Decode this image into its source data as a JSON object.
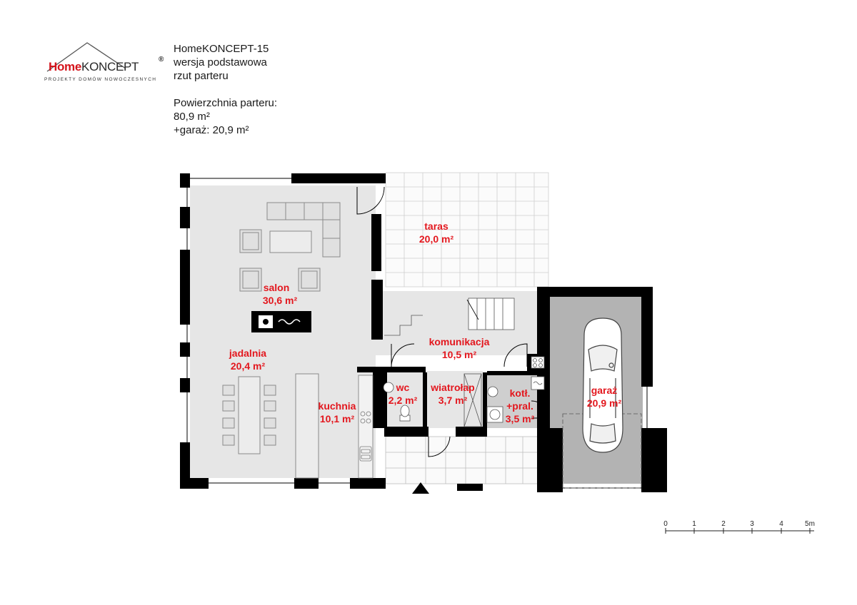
{
  "brand": {
    "name_home": "Home",
    "name_koncept": "KONCEPT",
    "registered": "®",
    "tagline": "PROJEKTY DOMÓW NOWOCZESNYCH",
    "accent_color": "#d4141c"
  },
  "header": {
    "project": "HomeKONCEPT-15",
    "version": "wersja podstawowa",
    "view": "rzut parteru",
    "area_title": "Powierzchnia parteru:",
    "area_value": "80,9 m²",
    "garage_area": "+garaż: 20,9 m²"
  },
  "rooms": [
    {
      "id": "taras",
      "name": "taras",
      "area": "20,0 m²"
    },
    {
      "id": "salon",
      "name": "salon",
      "area": "30,6 m²"
    },
    {
      "id": "komunikacja",
      "name": "komunikacja",
      "area": "10,5 m²"
    },
    {
      "id": "jadalnia",
      "name": "jadalnia",
      "area": "20,4 m²"
    },
    {
      "id": "wc",
      "name": "wc",
      "area": "2,2 m²"
    },
    {
      "id": "wiatrolap",
      "name": "wiatrołap",
      "area": "3,7 m²"
    },
    {
      "id": "kotl",
      "name": "kotł.",
      "name2": "+pral.",
      "area": "3,5 m²"
    },
    {
      "id": "garaz",
      "name": "garaż",
      "area": "20,9 m²"
    },
    {
      "id": "kuchnia",
      "name": "kuchnia",
      "area": "10,1 m²"
    }
  ],
  "scale_bar": {
    "ticks": [
      "0",
      "1",
      "2",
      "3",
      "4",
      "5m"
    ]
  },
  "colors": {
    "label": "#e3171e",
    "wall": "#000000",
    "floor": "#e6e6e6",
    "garage_floor": "#b3b3b3"
  }
}
